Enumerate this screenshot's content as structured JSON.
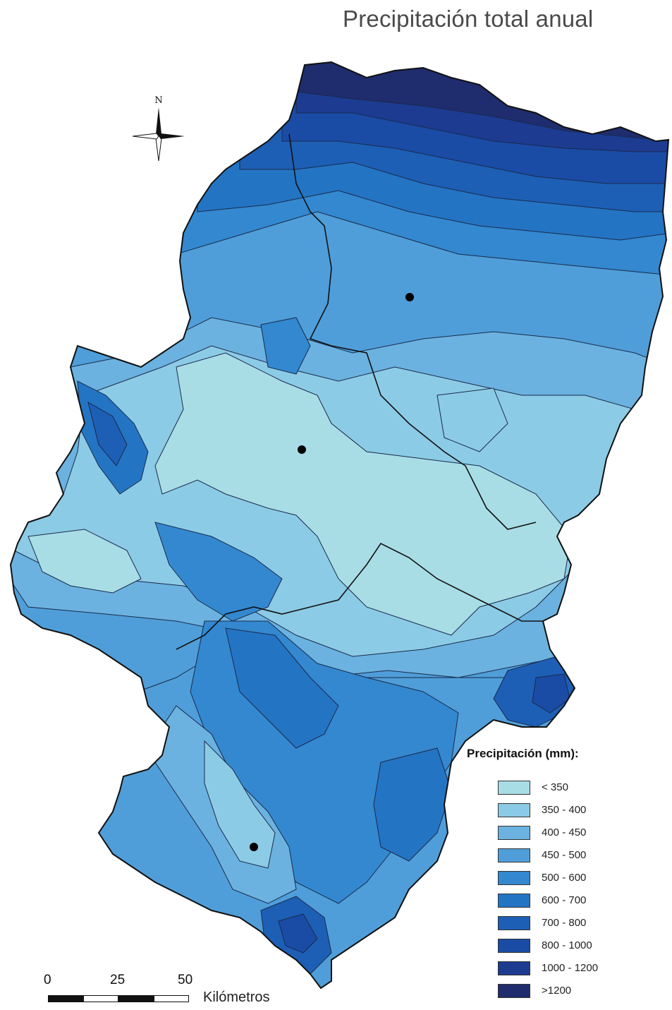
{
  "title": "Precipitación total anual",
  "compass": {
    "north_label": "N"
  },
  "legend": {
    "title": "Precipitación (mm):",
    "classes": [
      {
        "label": "< 350",
        "color": "#a8dde6"
      },
      {
        "label": "350 - 400",
        "color": "#8ccbe6"
      },
      {
        "label": "400 - 450",
        "color": "#6bb2e0"
      },
      {
        "label": "450 - 500",
        "color": "#4f9ed9"
      },
      {
        "label": "500 - 600",
        "color": "#3388d0"
      },
      {
        "label": "600 - 700",
        "color": "#2474c4"
      },
      {
        "label": "700 - 800",
        "color": "#1d5fb5"
      },
      {
        "label": "800 - 1000",
        "color": "#1a4ca6"
      },
      {
        "label": "1000 - 1200",
        "color": "#1c3b91"
      },
      {
        "label": ">1200",
        "color": "#1f2c6e"
      }
    ]
  },
  "scale_bar": {
    "ticks": [
      "0",
      "25",
      "50"
    ],
    "unit": "Kilómetros"
  },
  "map": {
    "cities": [
      "huesca-dot",
      "zaragoza-dot",
      "teruel-dot"
    ]
  }
}
